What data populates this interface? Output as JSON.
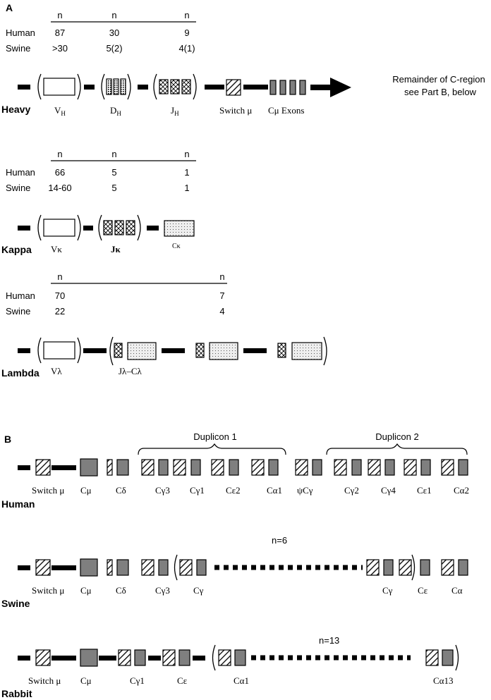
{
  "panel_a": {
    "label": "A",
    "heavy": {
      "table": {
        "header": [
          "n",
          "n",
          "n"
        ],
        "rows": [
          {
            "species": "Human",
            "values": [
              "87",
              "30",
              "9"
            ]
          },
          {
            "species": "Swine",
            "values": [
              ">30",
              "5(2)",
              "4(1)"
            ]
          }
        ]
      },
      "chain_label": "Heavy",
      "labels": {
        "v": "V",
        "v_sub": "H",
        "d": "D",
        "d_sub": "H",
        "j": "J",
        "j_sub": "H",
        "switch": "Switch μ",
        "cmu": "Cμ Exons"
      },
      "note_line1": "Remainder of C-region",
      "note_line2": "see Part B, below"
    },
    "kappa": {
      "table": {
        "header": [
          "n",
          "n",
          "n"
        ],
        "rows": [
          {
            "species": "Human",
            "values": [
              "66",
              "5",
              "1"
            ]
          },
          {
            "species": "Swine",
            "values": [
              "14-60",
              "5",
              "1"
            ]
          }
        ]
      },
      "chain_label": "Kappa",
      "labels": {
        "v": "Vκ",
        "j": "Jκ",
        "c": "Cκ"
      }
    },
    "lambda": {
      "table": {
        "header": [
          "n",
          "n"
        ],
        "rows": [
          {
            "species": "Human",
            "values": [
              "70",
              "7"
            ]
          },
          {
            "species": "Swine",
            "values": [
              "22",
              "4"
            ]
          }
        ]
      },
      "chain_label": "Lambda",
      "labels": {
        "v": "Vλ",
        "jc": "Jλ–Cλ"
      }
    }
  },
  "panel_b": {
    "label": "B",
    "human": {
      "chain_label": "Human",
      "duplicon1": "Duplicon 1",
      "duplicon2": "Duplicon 2",
      "labels": [
        "Switch μ",
        "Cμ",
        "Cδ",
        "Cγ3",
        "Cγ1",
        "Cε2",
        "Cα1",
        "ψCγ",
        "Cγ2",
        "Cγ4",
        "Cε1",
        "Cα2"
      ]
    },
    "swine": {
      "chain_label": "Swine",
      "count": "n=6",
      "labels": [
        "Switch μ",
        "Cμ",
        "Cδ",
        "Cγ3",
        "Cγ",
        "Cγ",
        "Cε",
        "Cα"
      ]
    },
    "rabbit": {
      "chain_label": "Rabbit",
      "count": "n=13",
      "labels": [
        "Switch μ",
        "Cμ",
        "Cγ1",
        "Cε",
        "Cα1",
        "Cα13"
      ]
    }
  },
  "colors": {
    "exon_fill": "#7f7f7f",
    "stipple_fill": "#eeeeee",
    "line": "#000000"
  }
}
